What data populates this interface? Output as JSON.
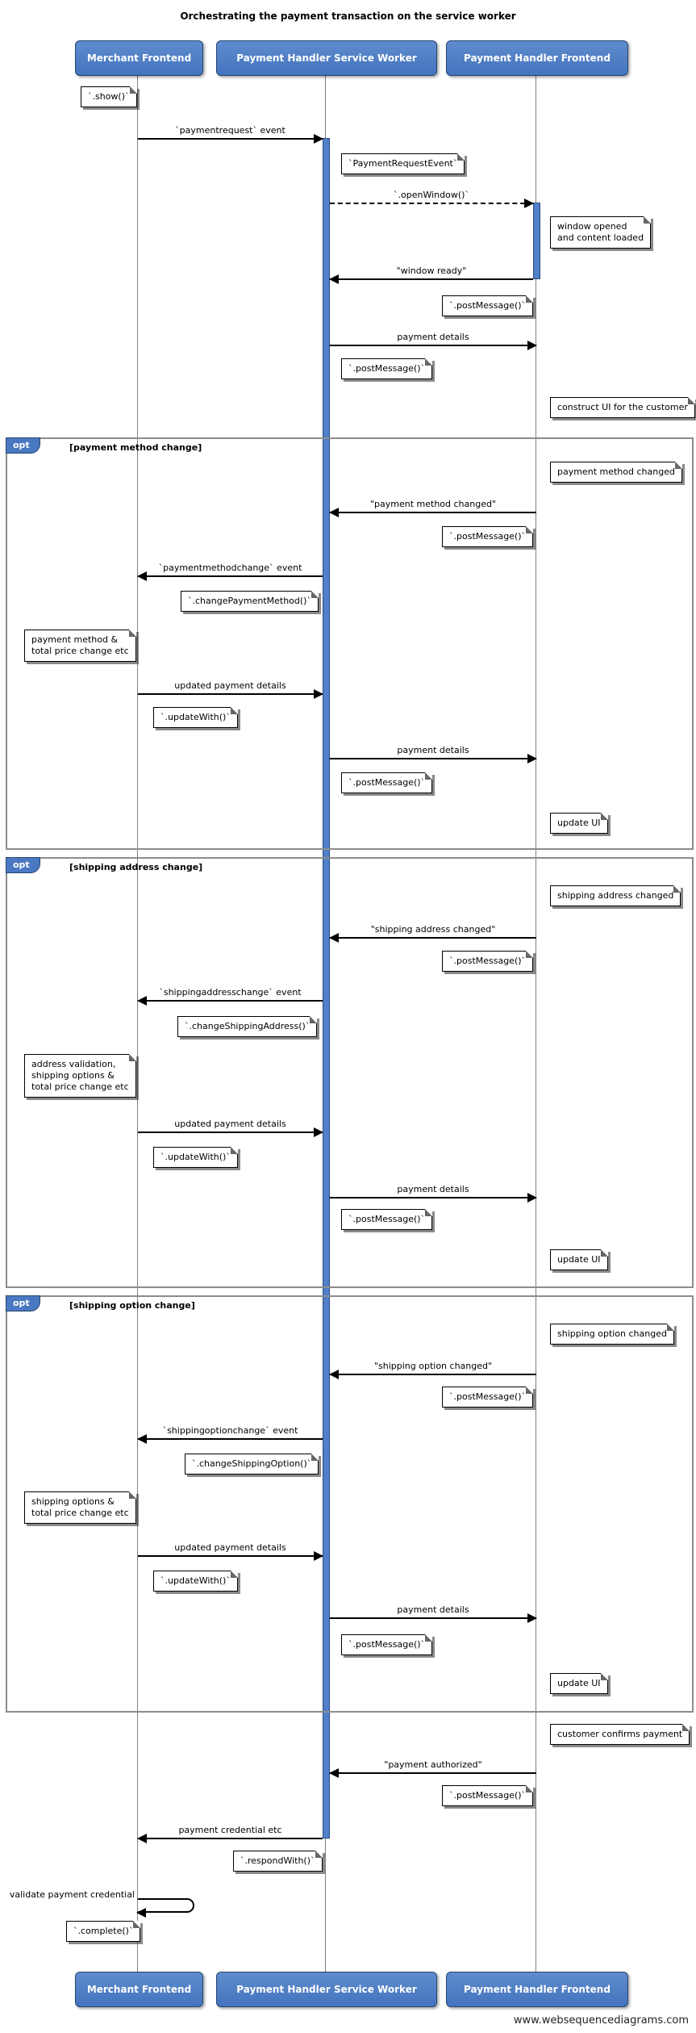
{
  "title": "Orchestrating the payment transaction on the service worker",
  "footer": "www.websequencediagrams.com",
  "colors": {
    "participant_fill": "#4a78c2",
    "participant_border": "#26456e",
    "activation_fill": "#517fc9",
    "fragment_border": "#8c8c8c",
    "note_background": "#ffffff",
    "note_border": "#000000",
    "lifeline": "#808080",
    "arrow": "#000000"
  },
  "participants": [
    {
      "name": "Merchant Frontend"
    },
    {
      "name": "Payment Handler Service Worker"
    },
    {
      "name": "Payment Handler Frontend"
    }
  ],
  "fragments": [
    {
      "operator": "opt",
      "condition": "[payment method change]"
    },
    {
      "operator": "opt",
      "condition": "[shipping address change]"
    },
    {
      "operator": "opt",
      "condition": "[shipping option change]"
    }
  ],
  "messages": [
    {
      "from": "Merchant Frontend",
      "to": "Payment Handler Service Worker",
      "label": "`paymentrequest` event",
      "type": "solid"
    },
    {
      "from": "Payment Handler Service Worker",
      "to": "Payment Handler Frontend",
      "label": "`.openWindow()`",
      "type": "dashed"
    },
    {
      "from": "Payment Handler Frontend",
      "to": "Payment Handler Service Worker",
      "label": "\"window ready\"",
      "type": "solid"
    },
    {
      "from": "Payment Handler Service Worker",
      "to": "Payment Handler Frontend",
      "label": "payment details",
      "type": "solid"
    },
    {
      "from": "Payment Handler Frontend",
      "to": "Payment Handler Service Worker",
      "label": "\"payment method changed\"",
      "type": "solid"
    },
    {
      "from": "Payment Handler Service Worker",
      "to": "Merchant Frontend",
      "label": "`paymentmethodchange` event",
      "type": "solid"
    },
    {
      "from": "Merchant Frontend",
      "to": "Payment Handler Service Worker",
      "label": "updated payment details",
      "type": "solid"
    },
    {
      "from": "Payment Handler Service Worker",
      "to": "Payment Handler Frontend",
      "label": "payment details",
      "type": "solid"
    },
    {
      "from": "Payment Handler Frontend",
      "to": "Payment Handler Service Worker",
      "label": "\"shipping address changed\"",
      "type": "solid"
    },
    {
      "from": "Payment Handler Service Worker",
      "to": "Merchant Frontend",
      "label": "`shippingaddresschange` event",
      "type": "solid"
    },
    {
      "from": "Merchant Frontend",
      "to": "Payment Handler Service Worker",
      "label": "updated payment details",
      "type": "solid"
    },
    {
      "from": "Payment Handler Service Worker",
      "to": "Payment Handler Frontend",
      "label": "payment details",
      "type": "solid"
    },
    {
      "from": "Payment Handler Frontend",
      "to": "Payment Handler Service Worker",
      "label": "\"shipping option changed\"",
      "type": "solid"
    },
    {
      "from": "Payment Handler Service Worker",
      "to": "Merchant Frontend",
      "label": "`shippingoptionchange` event",
      "type": "solid"
    },
    {
      "from": "Merchant Frontend",
      "to": "Payment Handler Service Worker",
      "label": "updated payment details",
      "type": "solid"
    },
    {
      "from": "Payment Handler Service Worker",
      "to": "Payment Handler Frontend",
      "label": "payment details",
      "type": "solid"
    },
    {
      "from": "Payment Handler Frontend",
      "to": "Payment Handler Service Worker",
      "label": "\"payment authorized\"",
      "type": "solid"
    },
    {
      "from": "Payment Handler Service Worker",
      "to": "Merchant Frontend",
      "label": "payment credential etc",
      "type": "solid"
    },
    {
      "from": "Merchant Frontend",
      "to": "Merchant Frontend",
      "label": "validate payment credential",
      "type": "self"
    }
  ],
  "notes": [
    {
      "text": "`.show()`"
    },
    {
      "text": "`PaymentRequestEvent`"
    },
    {
      "text": "window opened\nand content loaded"
    },
    {
      "text": "`.postMessage()`"
    },
    {
      "text": "`.postMessage()`"
    },
    {
      "text": "construct UI for the customer"
    },
    {
      "text": "payment method changed"
    },
    {
      "text": "`.postMessage()`"
    },
    {
      "text": "`.changePaymentMethod()`"
    },
    {
      "text": "payment method &\ntotal price change etc"
    },
    {
      "text": "`.updateWith()`"
    },
    {
      "text": "`.postMessage()`"
    },
    {
      "text": "update UI"
    },
    {
      "text": "shipping address changed"
    },
    {
      "text": "`.postMessage()`"
    },
    {
      "text": "`.changeShippingAddress()`"
    },
    {
      "text": "address validation,\nshipping options &\ntotal price change etc"
    },
    {
      "text": "`.updateWith()`"
    },
    {
      "text": "`.postMessage()`"
    },
    {
      "text": "update UI"
    },
    {
      "text": "shipping option changed"
    },
    {
      "text": "`.postMessage()`"
    },
    {
      "text": "`.changeShippingOption()`"
    },
    {
      "text": "shipping options &\ntotal price change etc"
    },
    {
      "text": "`.updateWith()`"
    },
    {
      "text": "`.postMessage()`"
    },
    {
      "text": "update UI"
    },
    {
      "text": "customer confirms payment"
    },
    {
      "text": "`.postMessage()`"
    },
    {
      "text": "`.respondWith()`"
    },
    {
      "text": "`.complete()`"
    }
  ]
}
